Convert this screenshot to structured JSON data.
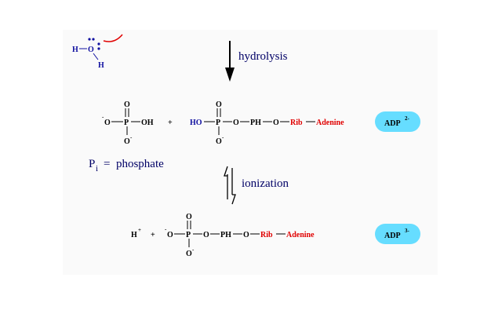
{
  "colors": {
    "black": "#000000",
    "blue": "#1010a0",
    "red": "#e00000",
    "badge": "#66ddff",
    "panel": "#fafafa",
    "label": "#000066"
  },
  "water": {
    "h_top": "H",
    "o": "O",
    "h_bottom": "H"
  },
  "arrows": {
    "hydrolysis": "hydrolysis",
    "ionization": "ionization"
  },
  "phosphate_label": {
    "p": "P",
    "sub": "i",
    "rest": "=  phosphate"
  },
  "row1": {
    "o_minus_left": "O",
    "minus": "-",
    "p": "P",
    "o_top": "O",
    "o_bottom": "O",
    "oh": "OH",
    "plus": "+",
    "ho": "HO",
    "p2": "P",
    "o2_top": "O",
    "o2_bottom": "O",
    "ph": "PH",
    "o_link": "O",
    "rib": "Rib",
    "adenine": "Adenine",
    "badge": "ADP",
    "badge_charge": "2-"
  },
  "row2": {
    "h": "H",
    "h_charge": "+",
    "plus": "+",
    "minus": "-",
    "o_left": "O",
    "p": "P",
    "o_top": "O",
    "o_bottom": "O",
    "o_mid": "O",
    "ph": "PH",
    "o_link": "O",
    "rib": "Rib",
    "adenine": "Adenine",
    "badge": "ADP",
    "badge_charge": "3-"
  }
}
